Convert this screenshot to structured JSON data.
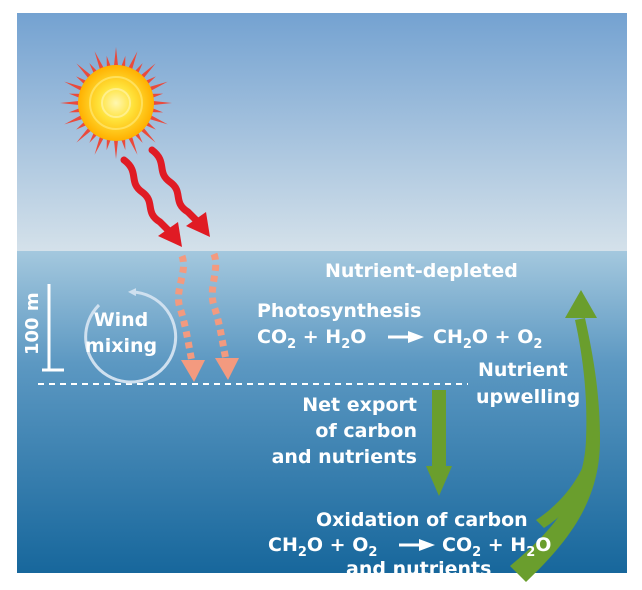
{
  "labels": {
    "nutrient_depleted": "Nutrient-depleted",
    "photosynthesis": "Photosynthesis",
    "photosynthesis_eq": {
      "co2": "CO",
      "co2_sub": "2",
      "plus_h2o": " + H",
      "h2o_sub": "2",
      "o": "O",
      "products": "CH",
      "ch2o_sub": "2",
      "products_rest": "O + O",
      "o2_sub": "2"
    },
    "depth_scale": "100 m",
    "wind_mixing_line1": "Wind",
    "wind_mixing_line2": "mixing",
    "nutrient_upwelling_line1": "Nutrient",
    "nutrient_upwelling_line2": "upwelling",
    "net_export_line1": "Net export",
    "net_export_line2": "of carbon",
    "net_export_line3": "and nutrients",
    "oxidation_title": "Oxidation of carbon",
    "oxidation_eq": {
      "ch": "CH",
      "ch2o_sub": "2",
      "o_plus_o": "O + O",
      "o2_sub": "2",
      "co": "CO",
      "co2_sub": "2",
      "plus_h": " + H",
      "h2o_sub": "2",
      "o_end": "O"
    },
    "oxidation_line3": "and nutrients"
  },
  "colors": {
    "sky_top": "#7aa6d3",
    "sky_bottom": "#cfdde8",
    "ocean_top": "#9ec3db",
    "ocean_bottom": "#1b6a9e",
    "sun_rays": "#e8473b",
    "sun_core": "#ffd21e",
    "sunlight_arrow": "#e01b24",
    "sunlight_underwater": "#f39a7f",
    "green_arrow": "#6a9e2d",
    "mixing_circle": "#cfe0ef"
  }
}
